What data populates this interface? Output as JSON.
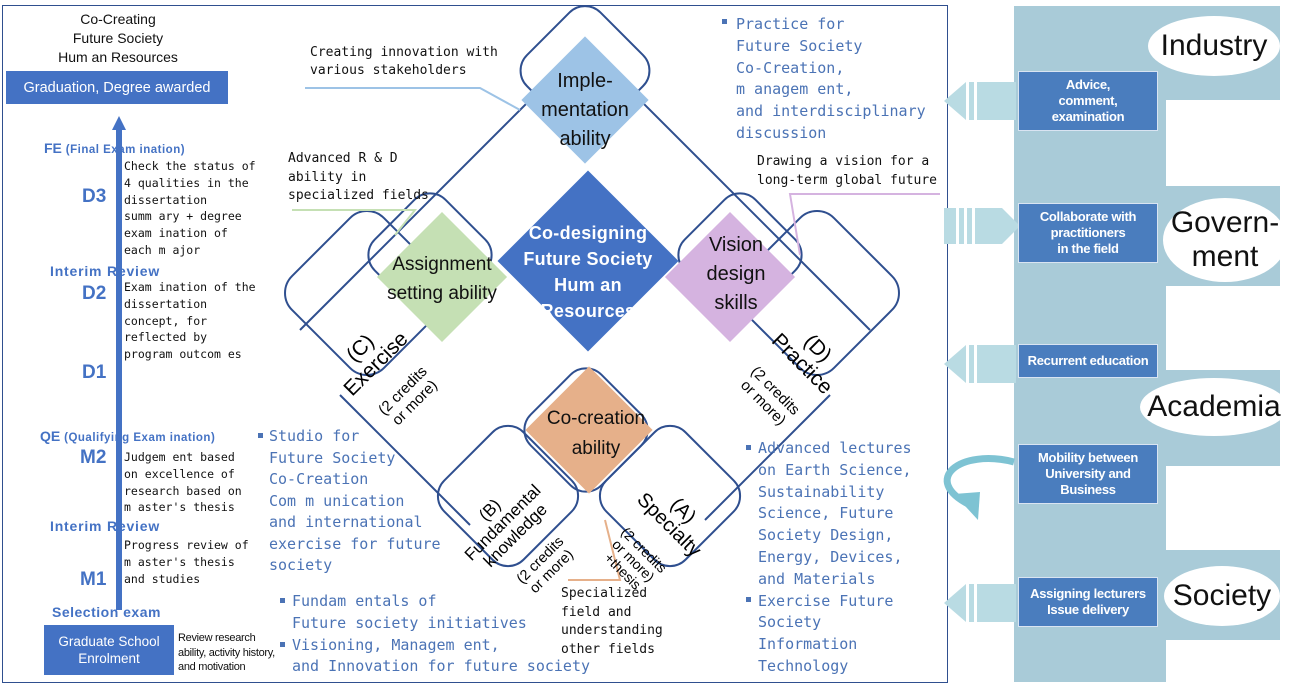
{
  "left": {
    "top_title": [
      "Co-Creating",
      "Future Society",
      "Hum an Resources"
    ],
    "graduation_box": "Graduation, Degree awarded",
    "fe_label": "FE",
    "fe_full": "(Final Exam ination)",
    "d3": "D3",
    "d3_text": [
      "Check the status of",
      "4 qualities in the",
      "dissertation",
      "summ ary + degree",
      "exam ination  of",
      "each m ajor"
    ],
    "interim1": "Interim Review",
    "d2": "D2",
    "d2_text": [
      "Exam ination of the",
      "dissertation",
      "concept, for",
      "reflected by",
      "program  outcom es"
    ],
    "d1": "D1",
    "qe_label": "QE",
    "qe_full": "(Qualifying Exam ination)",
    "m2": "M2",
    "m2_text": [
      "Judgem ent based",
      "on excellence of",
      "research based on",
      "m aster's thesis"
    ],
    "interim2": "Interim Review",
    "m1": "M1",
    "m1_text": [
      "Progress review of",
      "m aster's thesis",
      "and studies"
    ],
    "selection": "Selection exam",
    "enrolment_box": "Graduate School Enrolment",
    "enrolment_note": [
      "Review research",
      "ability, activity history,",
      "and motivation"
    ]
  },
  "center": {
    "core": "Co-designing Future Society Hum an Resources",
    "implementation": "Imple-mentation ability",
    "assignment": "Assignment setting ability",
    "vision": "Vision design skills",
    "cocreation": "Co-creation ability",
    "exercise_title": "(C)\nExercise",
    "exercise_sub": "(2 credits\nor more)",
    "practice_title": "(D)\nPractice",
    "practice_sub": "(2 credits\nor more)",
    "fundamental_title": "(B)\nFundamental\nknowledge",
    "fundamental_sub": "(2 credits\nor more)",
    "specialty_title": "(A)\nSpecialty",
    "specialty_sub": "(2 credits\nor more)\n+thesis"
  },
  "annotations": {
    "innovation": [
      "Creating innovation with",
      "various stakeholders"
    ],
    "advanced_rd": [
      "Advanced R & D",
      "ability in",
      "specialized fields"
    ],
    "drawing_vision": [
      "Drawing a vision for a",
      "long-term global future"
    ],
    "specialized": [
      "Specialized",
      "field and",
      "understanding",
      "other fields"
    ]
  },
  "course_lists": {
    "practice": [
      "Practice for",
      "Future Society",
      "Co-Creation,",
      "m anagem ent,",
      "and interdisciplinary",
      "discussion"
    ],
    "studio": [
      "Studio for",
      "Future Society",
      "Co-Creation",
      "Com m unication",
      "and international",
      "exercise for future",
      "society"
    ],
    "fundamentals": [
      "Fundam entals of",
      "Future society initiatives",
      "Visioning, Managem ent,",
      "and Innovation for future society"
    ],
    "advanced": [
      "Advanced lectures",
      "on Earth Science,",
      "Sustainability",
      "Science, Future",
      "Society Design,",
      "Energy, Devices,",
      "and Materials",
      "Exercise Future",
      "Society",
      "Information",
      "Technology"
    ]
  },
  "right": {
    "industry": "Industry",
    "government": "Govern-\nment",
    "academia": "Academia",
    "society": "Society",
    "advice": "Advice,\ncomment,\nexamination",
    "collaborate": "Collaborate with\npractitioners\nin the field",
    "recurrent": "Recurrent education",
    "mobility": "Mobility between\nUniversity and\nBusiness",
    "lecturers": "Assigning lecturers\nIssue delivery"
  },
  "colors": {
    "frame": "#2f4f8f",
    "core": "#4472c4",
    "implementation": "#9dc3e6",
    "assignment": "#c5e0b4",
    "vision": "#d5b3e0",
    "cocreation": "#e6b08a",
    "side_panel": "#a9cbd8",
    "stakeholder_box": "#4a7dbe"
  }
}
